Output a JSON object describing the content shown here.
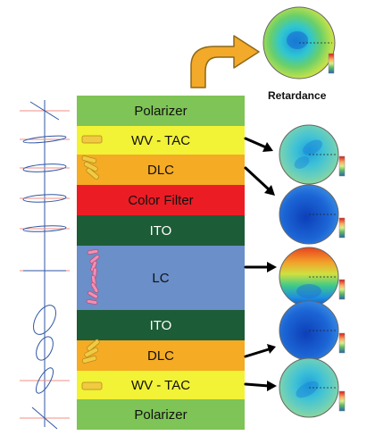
{
  "colors": {
    "polarizer": "#7ec456",
    "wv_tac": "#f2f236",
    "dlc": "#f5ab23",
    "color_filter": "#ec1c24",
    "ito": "#1c5c36",
    "lc": "#6a8fc9",
    "arrow_orange": "#f3a929",
    "arrow_outline": "#8d6918"
  },
  "stack": {
    "layers": [
      {
        "label": "Polarizer"
      },
      {
        "label": "WV - TAC"
      },
      {
        "label": "DLC"
      },
      {
        "label": "Color Filter"
      },
      {
        "label": "ITO"
      },
      {
        "label": "LC"
      },
      {
        "label": "ITO"
      },
      {
        "label": "DLC"
      },
      {
        "label": "WV - TAC"
      },
      {
        "label": "Polarizer"
      }
    ]
  },
  "retardance": {
    "label": "Retardance"
  }
}
